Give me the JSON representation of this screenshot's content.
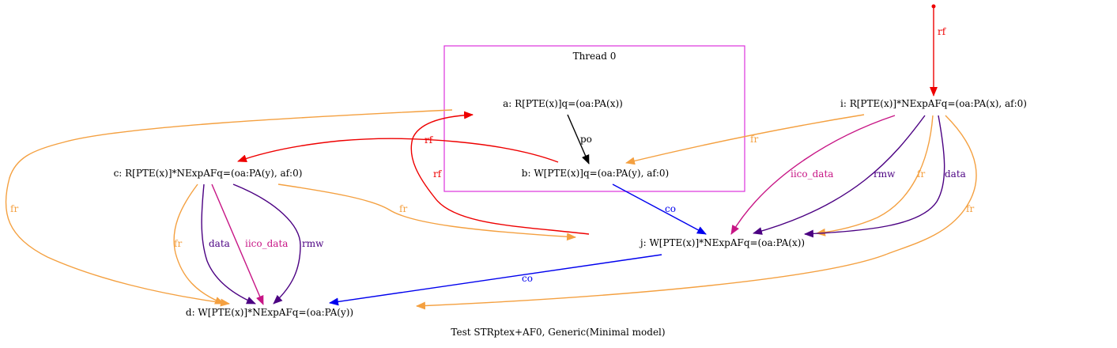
{
  "colors": {
    "red": "#ee0000",
    "orange": "#f4a040",
    "purple": "#4b0082",
    "magenta": "#c71585",
    "blue": "#0000ee",
    "black": "#000000",
    "cluster": "#dd33dd"
  },
  "cluster": {
    "label": "Thread 0"
  },
  "nodes": {
    "a": "a: R[PTE(x)]q=(oa:PA(x))",
    "b": "b: W[PTE(x)]q=(oa:PA(y), af:0)",
    "c": "c: R[PTE(x)]*NExpAFq=(oa:PA(y), af:0)",
    "d": "d: W[PTE(x)]*NExpAFq=(oa:PA(y))",
    "i": "i: R[PTE(x)]*NExpAFq=(oa:PA(x), af:0)",
    "j": "j: W[PTE(x)]*NExpAFq=(oa:PA(x))"
  },
  "edges": {
    "init_i": "rf",
    "a_b": "po",
    "b_c": "rf",
    "j_a": "rf",
    "b_j": "co",
    "j_d": "co",
    "a_d": "fr",
    "c_j": "fr",
    "c_d_fr": "fr",
    "c_d_data": "data",
    "c_d_iico": "iico_data",
    "c_d_rmw": "rmw",
    "i_b": "fr",
    "i_j_iico": "iico_data",
    "i_j_rmw": "rmw",
    "i_j_fr": "fr",
    "i_j_data": "data",
    "i_d": "fr"
  },
  "caption": "Test STRptex+AF0, Generic(Minimal model)"
}
